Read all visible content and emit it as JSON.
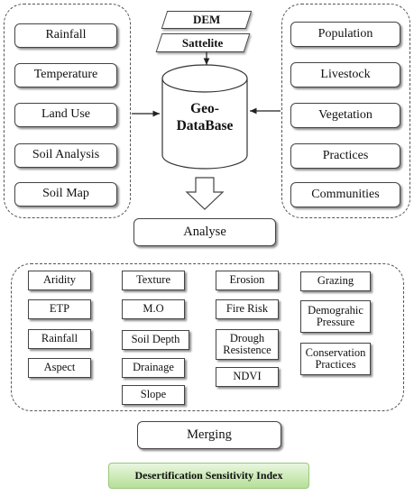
{
  "sources": {
    "dem": "DEM",
    "satellite": "Sattelite"
  },
  "database": {
    "line1": "Geo-",
    "line2": "DataBase"
  },
  "left_inputs": [
    "Rainfall",
    "Temperature",
    "Land Use",
    "Soil Analysis",
    "Soil Map"
  ],
  "right_inputs": [
    "Population",
    "Livestock",
    "Vegetation",
    "Practices",
    "Communities"
  ],
  "analyse": "Analyse",
  "indicators": {
    "climate": [
      "Aridity",
      "ETP",
      "Rainfall",
      "Aspect"
    ],
    "soil": [
      "Texture",
      "M.O",
      "Soil Depth",
      "Drainage",
      "Slope"
    ],
    "vegetation": [
      "Erosion",
      "Fire Risk",
      "Drough Resistence",
      "NDVI"
    ],
    "management": [
      "Grazing",
      "Demograhic Pressure",
      "Conservation Practices"
    ]
  },
  "merging": "Merging",
  "result": "Desertification Sensitivity Index"
}
